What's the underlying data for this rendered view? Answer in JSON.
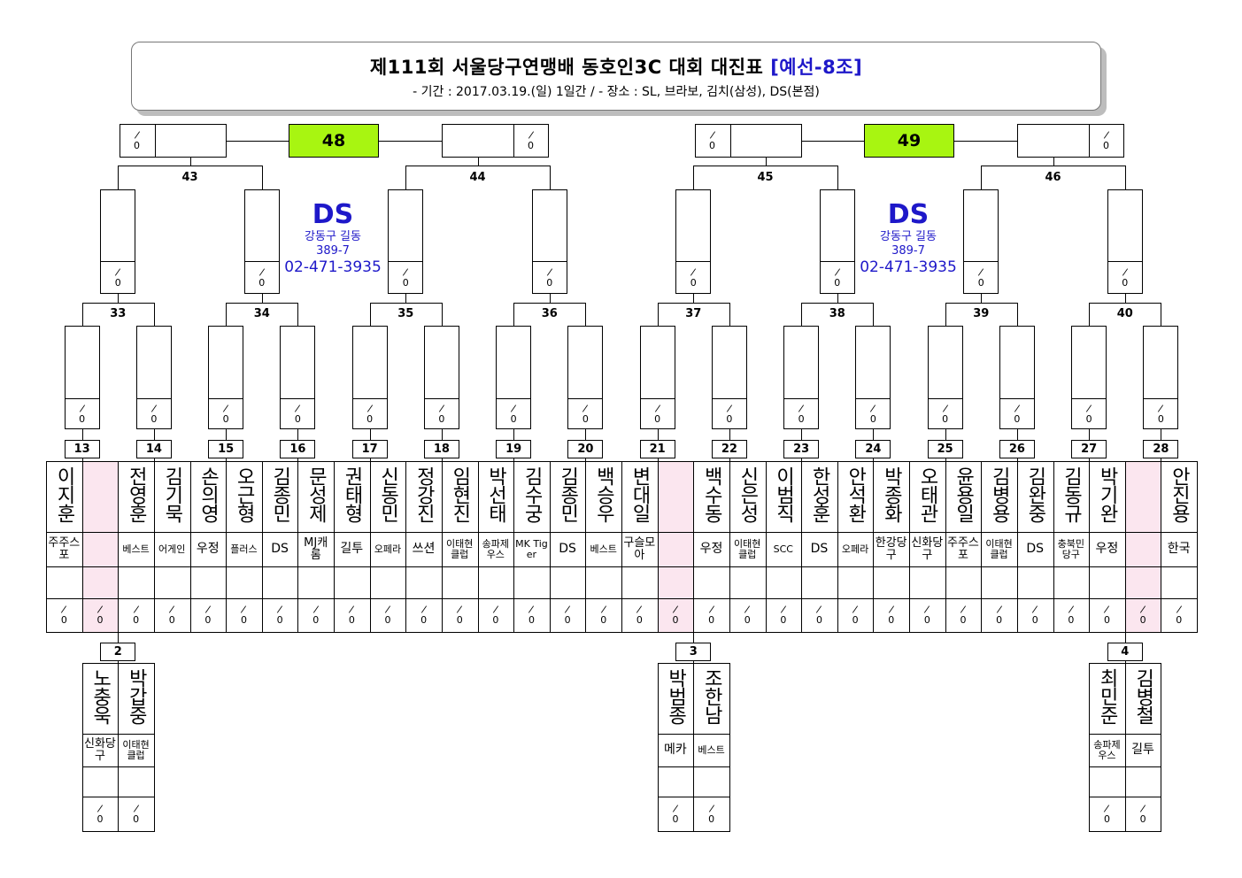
{
  "header": {
    "title_main": "제111회 서울당구연맹배 동호인3C 대회 대진표 ",
    "title_tag": "[예선-8조]",
    "subtitle": "- 기간 : 2017.03.19.(일) 1일간 / - 장소 : SL, 브라보, 김치(삼성), DS(본점)"
  },
  "venue": {
    "name": "DS",
    "district": "강동구 길동",
    "lot": "389-7",
    "phone": "02-471-3935"
  },
  "score_placeholder": {
    "top": "/",
    "bottom": "0"
  },
  "finals": [
    "48",
    "49"
  ],
  "round3": [
    "43",
    "44",
    "45",
    "46"
  ],
  "round2": [
    "33",
    "34",
    "35",
    "36",
    "37",
    "38",
    "39",
    "40"
  ],
  "round1": [
    "13",
    "14",
    "15",
    "16",
    "17",
    "18",
    "19",
    "20",
    "21",
    "22",
    "23",
    "24",
    "25",
    "26",
    "27",
    "28"
  ],
  "players": [
    {
      "name": "이지훈",
      "club": "주주스포"
    },
    {
      "name": "",
      "club": "",
      "bye": true
    },
    {
      "name": "전영훈",
      "club": "베스트"
    },
    {
      "name": "김기묵",
      "club": "어게인"
    },
    {
      "name": "손의영",
      "club": "우정"
    },
    {
      "name": "오근형",
      "club": "플러스"
    },
    {
      "name": "김종민",
      "club": "DS"
    },
    {
      "name": "문성제",
      "club": "MJ캐롬"
    },
    {
      "name": "권태형",
      "club": "길투"
    },
    {
      "name": "신동민",
      "club": "오페라"
    },
    {
      "name": "정강진",
      "club": "쓰션"
    },
    {
      "name": "임현진",
      "club": "이태현클럽"
    },
    {
      "name": "박선태",
      "club": "송파제우스"
    },
    {
      "name": "김수궁",
      "club": "MK Tiger"
    },
    {
      "name": "김종민",
      "club": "DS"
    },
    {
      "name": "백승우",
      "club": "베스트"
    },
    {
      "name": "변대일",
      "club": "구슬모아"
    },
    {
      "name": "",
      "club": "",
      "bye": true
    },
    {
      "name": "백수동",
      "club": "우정"
    },
    {
      "name": "신은성",
      "club": "이태현클럽"
    },
    {
      "name": "이범직",
      "club": "SCC"
    },
    {
      "name": "한성훈",
      "club": "DS"
    },
    {
      "name": "안석환",
      "club": "오페라"
    },
    {
      "name": "박종화",
      "club": "한강당구"
    },
    {
      "name": "오태관",
      "club": "신화당구"
    },
    {
      "name": "윤용일",
      "club": "주주스포"
    },
    {
      "name": "김병용",
      "club": "이태현클럽"
    },
    {
      "name": "김완중",
      "club": "DS"
    },
    {
      "name": "김동규",
      "club": "충북민당구"
    },
    {
      "name": "박기완",
      "club": "우정"
    },
    {
      "name": "",
      "club": "",
      "bye": true
    },
    {
      "name": "안진용",
      "club": "한국"
    }
  ],
  "prelim": [
    {
      "num": "2",
      "players": [
        {
          "name": "노충욱",
          "club": "신화당구"
        },
        {
          "name": "박갑중",
          "club": "이태현클럽"
        }
      ]
    },
    {
      "num": "3",
      "players": [
        {
          "name": "박범종",
          "club": "메카"
        },
        {
          "name": "조한남",
          "club": "베스트"
        }
      ]
    },
    {
      "num": "4",
      "players": [
        {
          "name": "최민준",
          "club": "송파제우스"
        },
        {
          "name": "김병철",
          "club": "길투"
        }
      ]
    }
  ]
}
